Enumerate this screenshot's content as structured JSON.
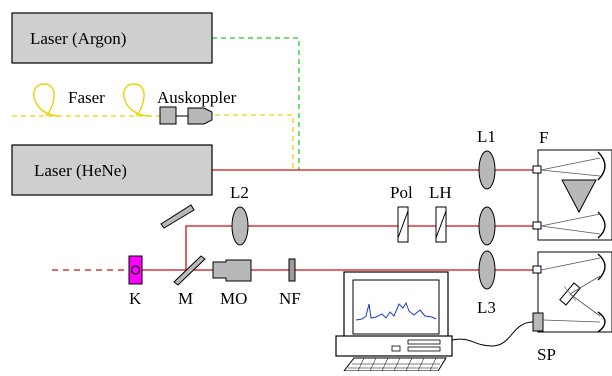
{
  "labels": {
    "laser_argon": "Laser (Argon)",
    "laser_hene": "Laser (HeNe)",
    "faser": "Faser",
    "auskoppler": "Auskoppler",
    "l1": "L1",
    "l2": "L2",
    "l3": "L3",
    "f": "F",
    "pol": "Pol",
    "lh": "LH",
    "k": "K",
    "m": "M",
    "mo": "MO",
    "nf": "NF",
    "sp": "SP"
  },
  "colors": {
    "red_beam": "#cc1111",
    "green_beam": "#22cc22",
    "yellow_fiber": "#e8d400",
    "box_fill": "#cfcfcf",
    "lens_fill": "#b8b8b8",
    "cuvette": "#ff00ff",
    "screen_signal": "#1a3cc8"
  },
  "icons": [
    "laser-box",
    "lens",
    "mirror",
    "polarizer",
    "half-wave-plate",
    "notch-filter",
    "microscope-objective",
    "cuvette",
    "spectrometer",
    "computer-icon",
    "fiber-coupler"
  ]
}
